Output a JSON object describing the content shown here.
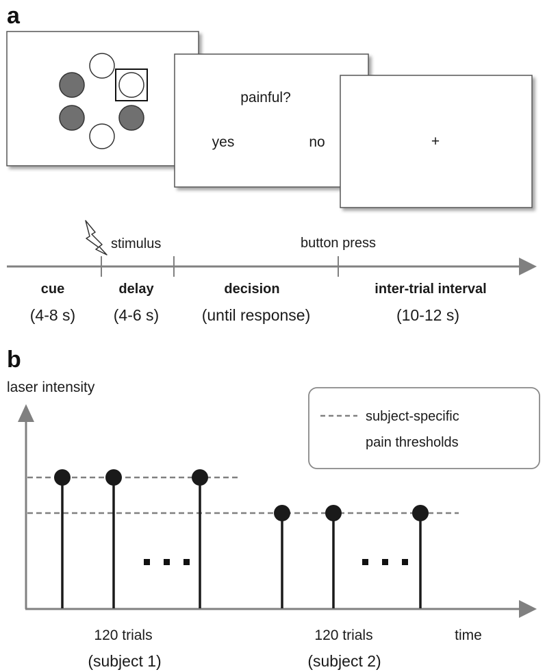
{
  "panel_a": {
    "letter": "a",
    "screens": {
      "decision_question": "painful?",
      "yes_label": "yes",
      "no_label": "no",
      "fixation_cross": "+"
    },
    "events": {
      "stimulus": "stimulus",
      "button_press": "button press"
    },
    "phases": [
      {
        "name": "cue",
        "duration": "(4-8 s)"
      },
      {
        "name": "delay",
        "duration": "(4-6 s)"
      },
      {
        "name": "decision",
        "duration": "(until response)"
      },
      {
        "name": "inter-trial interval",
        "duration": "(10-12 s)"
      }
    ],
    "icons": {
      "lightning": "lightning-bolt-icon"
    },
    "colors": {
      "dark_circle": "#707070",
      "timeline": "#808080"
    }
  },
  "panel_b": {
    "letter": "b",
    "ylabel": "laser intensity",
    "xlabel": "time",
    "legend": {
      "line1": "subject-specific",
      "line2": "pain thresholds"
    },
    "groups": [
      {
        "count_label": "120 trials",
        "subject_label": "(subject 1)"
      },
      {
        "count_label": "120 trials",
        "subject_label": "(subject 2)"
      }
    ],
    "colors": {
      "stem": "#1a1a1a",
      "threshold": "#808080",
      "axis": "#808080"
    }
  }
}
